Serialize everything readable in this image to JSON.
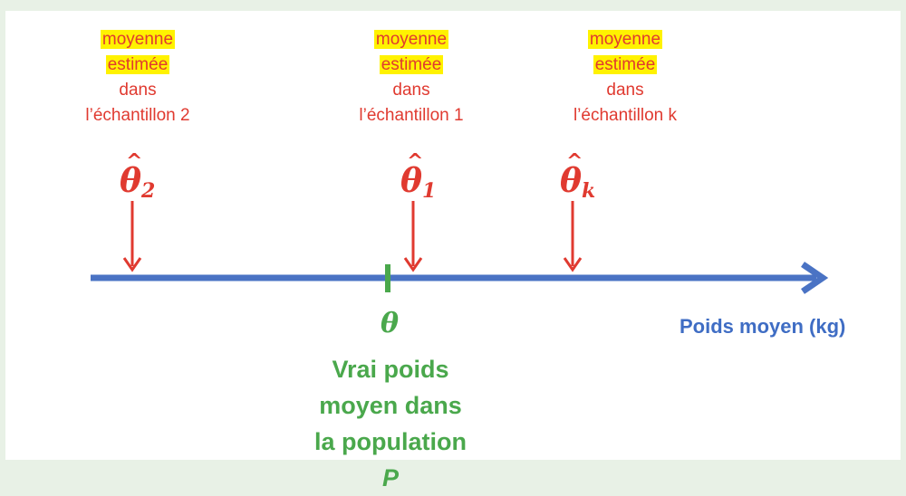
{
  "estimates": [
    {
      "line1": "moyenne",
      "line2": "estimée",
      "line3": "dans",
      "line4": "l’échantillon 2",
      "symbol": "θ",
      "subscript": "2"
    },
    {
      "line1": "moyenne",
      "line2": "estimée",
      "line3": "dans",
      "line4": "l’échantillon 1",
      "symbol": "θ",
      "subscript": "1"
    },
    {
      "line1": "moyenne",
      "line2": "estimée",
      "line3": "dans",
      "line4": "l’échantillon k",
      "symbol": "θ",
      "subscript": "k"
    }
  ],
  "true_value": {
    "symbol": "θ",
    "desc_line1": "Vrai poids",
    "desc_line2": "moyen dans",
    "desc_line3": "la population",
    "desc_italic": "P"
  },
  "axis_label": "Poids moyen (kg)",
  "colors": {
    "estimate": "#e03a30",
    "highlight": "#fff200",
    "axis": "#4a73c4",
    "true_value": "#4aa84c"
  }
}
